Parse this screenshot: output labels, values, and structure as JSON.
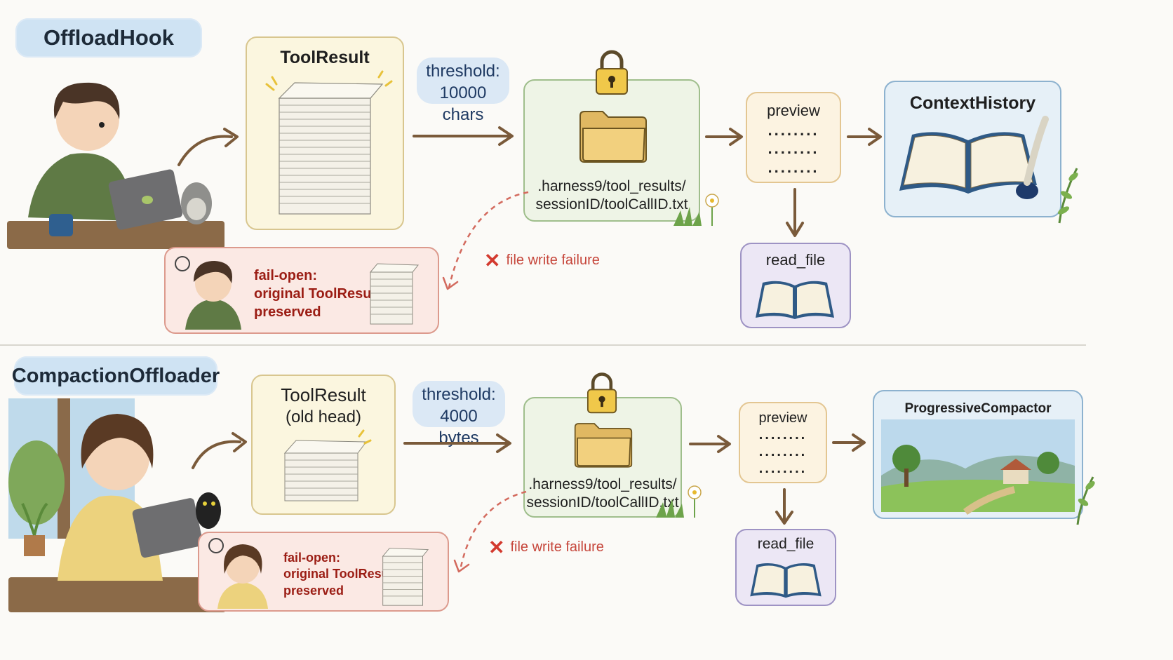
{
  "top": {
    "section_label": "OffloadHook",
    "tool_result_title": "ToolResult",
    "threshold_label": "threshold:",
    "threshold_value": "10000 chars",
    "file_path_line1": ".harness9/tool_results/",
    "file_path_line2": "sessionID/toolCallID.txt",
    "preview_title": "preview",
    "preview_dots": [
      "........",
      "........",
      "........"
    ],
    "context_title": "ContextHistory",
    "read_file_title": "read_file",
    "failure_label": "file write failure",
    "fail_open_line1": "fail-open:",
    "fail_open_line2": "original ToolResult",
    "fail_open_line3": "preserved"
  },
  "bottom": {
    "section_label": "CompactionOffloader",
    "tool_result_title": "ToolResult",
    "tool_result_sub": "(old head)",
    "threshold_label": "threshold:",
    "threshold_value": "4000 bytes",
    "file_path_line1": ".harness9/tool_results/",
    "file_path_line2": "sessionID/toolCallID.txt",
    "preview_title": "preview",
    "preview_dots": [
      "........",
      "........",
      "........"
    ],
    "context_title": "ProgressiveCompactor summary",
    "read_file_title": "read_file",
    "failure_label": "file write failure",
    "fail_open_line1": "fail-open:",
    "fail_open_line2": "original ToolResult",
    "fail_open_line3": "preserved"
  },
  "colors": {
    "arrow": "#7a5a3a",
    "failure": "#d36a5e",
    "tag_bg": "#cfe3f3"
  }
}
